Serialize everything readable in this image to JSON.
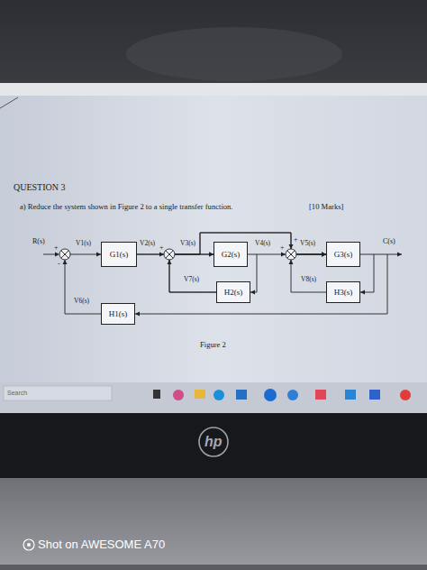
{
  "diagram": {
    "nodes": [
      {
        "text": [
          "G1(s)"
        ]
      },
      {
        "text": [
          "G2(s)"
        ]
      },
      {
        "text": [
          "G3(s)"
        ]
      },
      {
        "text": [
          "H2(s)"
        ]
      },
      {
        "text": [
          "H3(s)"
        ]
      },
      {
        "text": [
          "H1(s)"
        ]
      }
    ],
    "edges": [
      {
        "from": 0,
        "to": 1,
        "arrow": "to"
      },
      {
        "from": 1,
        "to": 2,
        "arrow": "to"
      },
      {
        "from": 1,
        "to": 3,
        "arrow": "to"
      },
      {
        "from": 3,
        "to": 1,
        "arrow": "to"
      },
      {
        "from": 2,
        "to": 4,
        "arrow": "to"
      },
      {
        "from": 4,
        "to": 2,
        "arrow": "to"
      },
      {
        "from": 2,
        "to": 5,
        "arrow": "to"
      },
      {
        "from": 5,
        "to": 0,
        "arrow": "to"
      },
      {
        "from": 0,
        "to": 2,
        "arrow": "to"
      },
      {
        "from": 3,
        "to": 2,
        "arrow": "to"
      }
    ],
    "labels": [
      "QUESTION 3",
      "a) Reduce the system shown in Figure 2 to a single transfer function.",
      "[10 Marks]",
      "R(s)",
      "V1(s)",
      "V2(s)",
      "V3(s)",
      "V4(s)",
      "V5(s)",
      "C(s)",
      "V7(s)",
      "V8(s)",
      "V6(s)",
      "+",
      "-",
      "+",
      "+",
      "+",
      "Figure 2",
      "Search",
      "hp",
      "Shot on AWESOME A70"
    ]
  }
}
